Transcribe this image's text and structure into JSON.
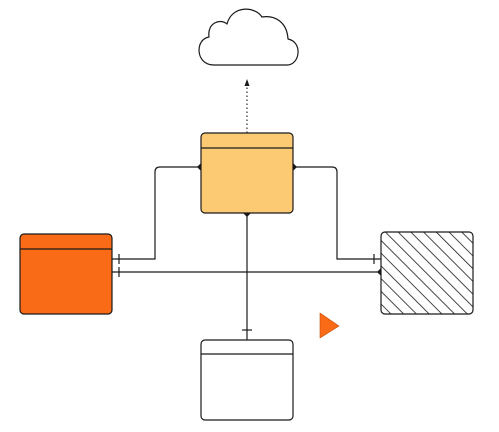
{
  "diagram": {
    "cloud": {
      "icon": "cloud-icon",
      "fill": "#ffffff",
      "stroke": "#1a1a1a"
    },
    "nodes": {
      "center": {
        "fill": "#fdca74",
        "icon": "table-entity"
      },
      "left": {
        "fill": "#f96b16",
        "icon": "table-entity"
      },
      "right": {
        "fill": "#ffffff",
        "pattern": "diagonal-hatch"
      },
      "bottom": {
        "fill": "#ffffff",
        "icon": "table-entity"
      }
    },
    "connections": [
      {
        "from": "center",
        "to": "cloud",
        "style": "dotted-arrow"
      },
      {
        "from": "center",
        "to": "left",
        "style": "orthogonal",
        "from_end": "diamond",
        "to_end": "bar"
      },
      {
        "from": "center",
        "to": "right",
        "style": "orthogonal",
        "from_end": "diamond",
        "to_end": "bar"
      },
      {
        "from": "center",
        "to": "bottom",
        "style": "straight",
        "from_end": "diamond",
        "to_end": "bar"
      },
      {
        "from": "left",
        "to": "right",
        "style": "straight",
        "from_end": "bar",
        "to_end": "diamond"
      }
    ],
    "cursor": {
      "icon": "pointer-cursor-icon",
      "color": "#f96b16"
    }
  }
}
